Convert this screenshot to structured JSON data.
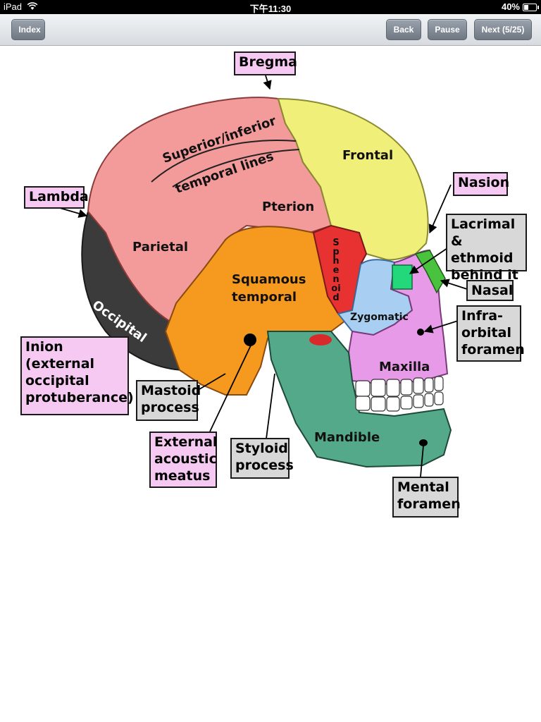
{
  "status_bar": {
    "device": "iPad",
    "time": "下午11:30",
    "battery": "40%",
    "battery_level": 0.4
  },
  "toolbar": {
    "index_label": "Index",
    "back_label": "Back",
    "pause_label": "Pause",
    "next_label": "Next (5/25)"
  },
  "diagram": {
    "regions": {
      "superior_inferior": "Superior/inferior",
      "temporal_lines": "temporal lines",
      "frontal": "Frontal",
      "pterion": "Pterion",
      "parietal": "Parietal",
      "squamous": "Squamous",
      "temporal": "temporal",
      "sphenoid": "Sphenoid",
      "zygomatic": "Zygomatic",
      "occipital": "Occipital",
      "maxilla": "Maxilla",
      "mandible": "Mandible"
    },
    "labels": {
      "bregma": "Bregma",
      "lambda": "Lambda",
      "nasion": "Nasion",
      "lacrimal_1": "Lacrimal",
      "lacrimal_2": "& ethmoid",
      "lacrimal_3": "behind it",
      "nasal": "Nasal",
      "infra_1": "Infra-",
      "infra_2": "orbital",
      "infra_3": "foramen",
      "inion_1": "Inion",
      "inion_2": "(external",
      "inion_3": "occipital",
      "inion_4": "protuberance)",
      "mastoid_1": "Mastoid",
      "mastoid_2": "process",
      "eam_1": "External",
      "eam_2": "acoustic",
      "eam_3": "meatus",
      "styloid_1": "Styloid",
      "styloid_2": "process",
      "mental_1": "Mental",
      "mental_2": "foramen"
    }
  }
}
